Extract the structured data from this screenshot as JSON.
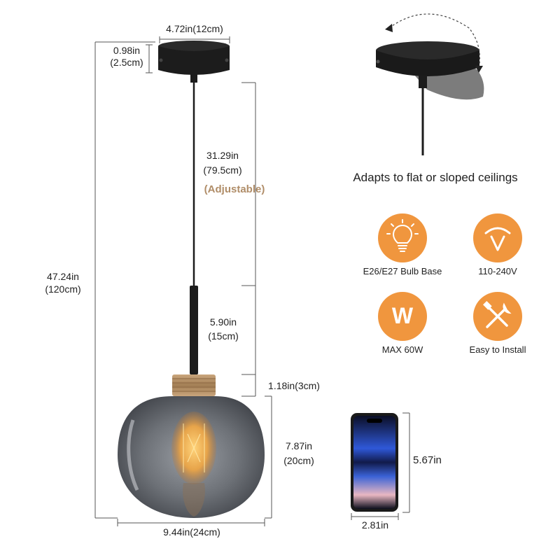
{
  "dimensions": {
    "canopy_width": "4.72in(12cm)",
    "canopy_height_in": "0.98in",
    "canopy_height_cm": "(2.5cm)",
    "total_height_in": "47.24in",
    "total_height_cm": "(120cm)",
    "cord_length_in": "31.29in",
    "cord_length_cm": "(79.5cm)",
    "adjustable_note": "(Adjustable)",
    "rod_length_in": "5.90in",
    "rod_length_cm": "(15cm)",
    "cap_height": "1.18in(3cm)",
    "shade_height_in": "7.87in",
    "shade_height_cm": "(20cm)",
    "shade_width": "9.44in(24cm)"
  },
  "ceiling_note": "Adapts to flat or sloped ceilings",
  "features": [
    {
      "icon": "bulb-icon",
      "label": "E26/E27 Bulb Base"
    },
    {
      "icon": "voltage-icon",
      "label": "110-240V"
    },
    {
      "icon": "wattage-icon",
      "label": "MAX 60W",
      "symbol": "W"
    },
    {
      "icon": "tools-icon",
      "label": "Easy to Install"
    }
  ],
  "phone_reference": {
    "height": "5.67in",
    "width": "2.81in"
  },
  "colors": {
    "badge": "#f0963e",
    "adjustable_text": "#b08d68",
    "fixture_black": "#1c1c1c",
    "glass_smoke": "#6f7379"
  }
}
